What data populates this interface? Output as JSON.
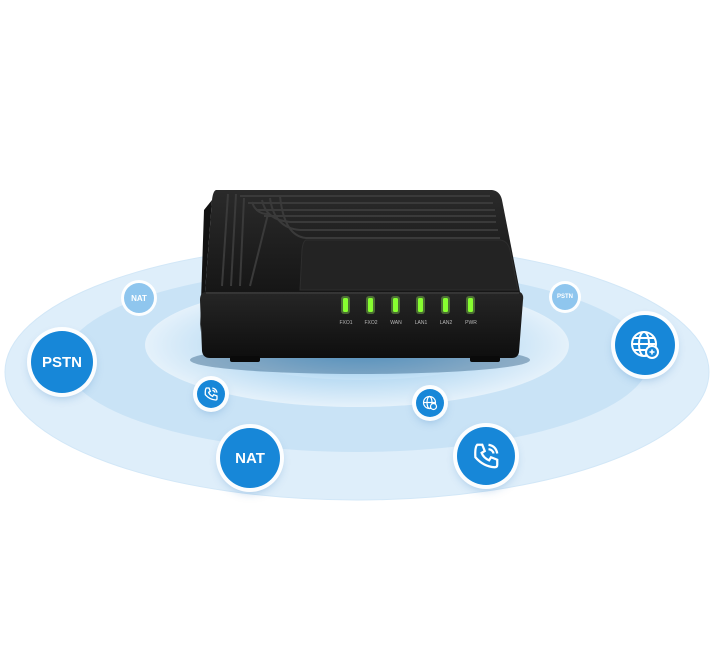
{
  "device": {
    "led_labels": [
      "FXO1",
      "FXO2",
      "WAN",
      "LAN1",
      "LAN2",
      "PWR"
    ],
    "led_color": "#7cff1a",
    "body_color": "#1b1b1b"
  },
  "badges": {
    "pstn_large": "PSTN",
    "pstn_small": "PSTN",
    "nat_large": "NAT",
    "nat_small": "NAT"
  },
  "colors": {
    "accent_blue": "#1787d8",
    "pale_blue": "#8fc6ee",
    "ring_blue": "#cfe5f6"
  },
  "icons": [
    "phone-icon",
    "globe-icon"
  ]
}
